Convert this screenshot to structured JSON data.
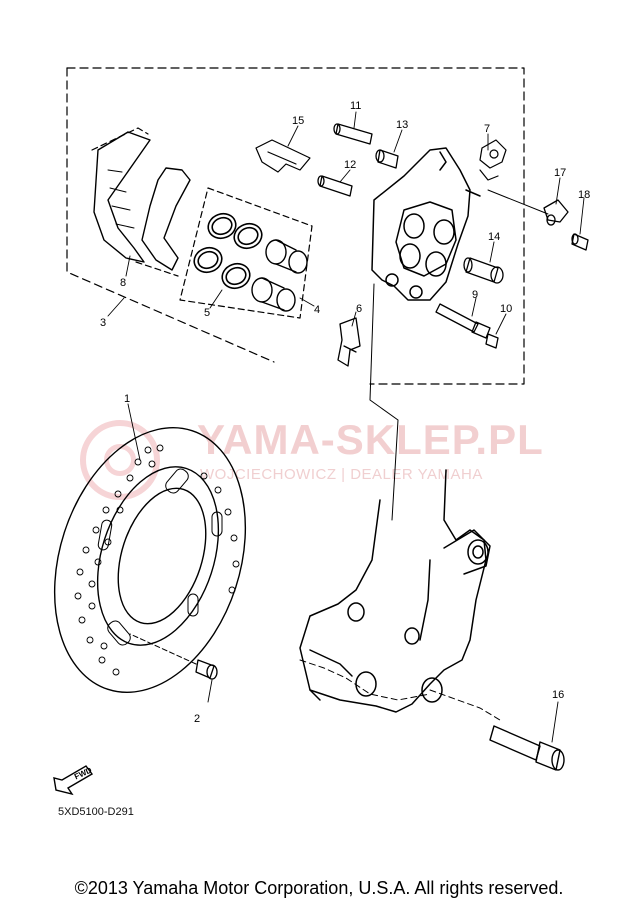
{
  "watermark": {
    "title": "YAMA-SKLEP.PL",
    "subtitle": "WOJCIECHOWICZ | DEALER YAMAHA"
  },
  "diagram_code": "5XD5100-D291",
  "copyright": "©2013 Yamaha Motor Corporation, U.S.A. All rights reserved.",
  "fwd_label": "FWD",
  "callouts": [
    "1",
    "2",
    "3",
    "4",
    "5",
    "6",
    "7",
    "8",
    "9",
    "10",
    "11",
    "12",
    "13",
    "14",
    "15",
    "16",
    "17",
    "18"
  ]
}
